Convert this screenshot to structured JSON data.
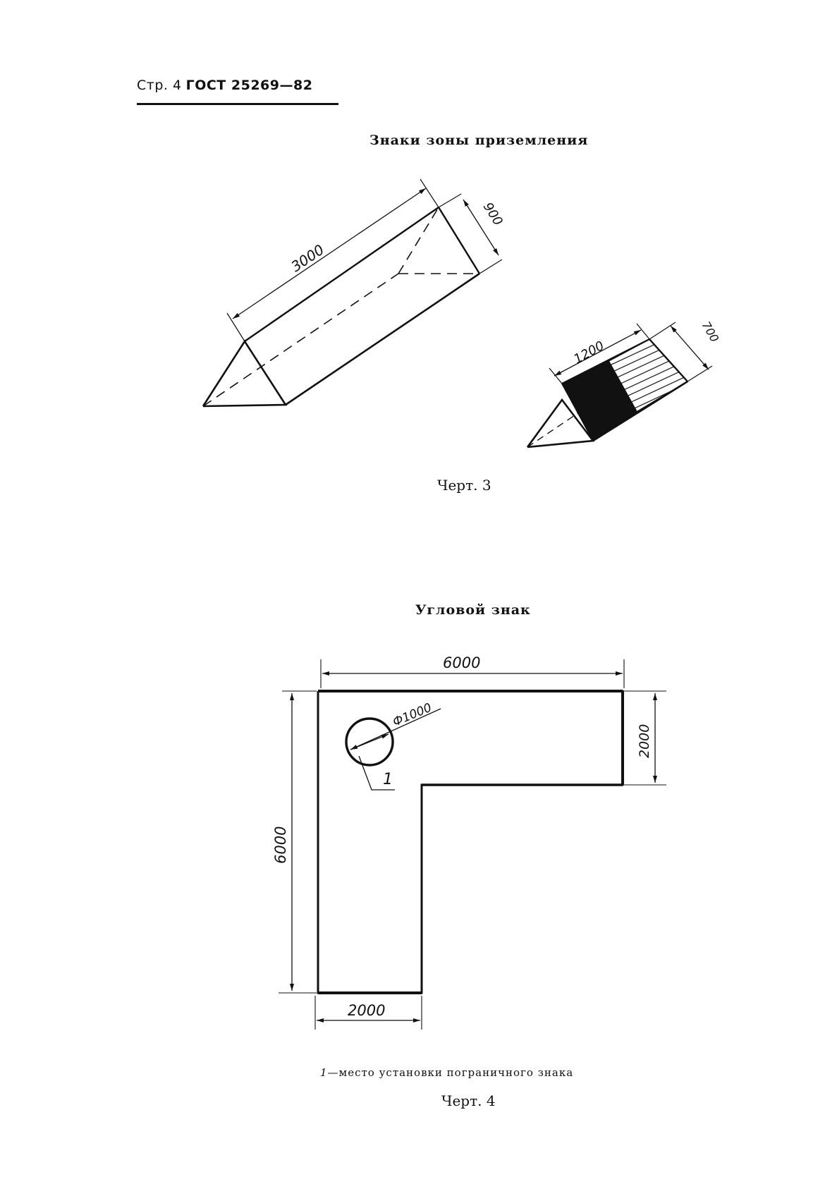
{
  "header": {
    "page_label": "Стр. 4",
    "standard": "ГОСТ 25269—82"
  },
  "figure3": {
    "title": "Знаки зоны приземления",
    "caption": "Черт. 3",
    "large_sign": {
      "length": "3000",
      "width": "900"
    },
    "small_sign": {
      "length": "1200",
      "width": "700"
    }
  },
  "figure4": {
    "title": "Угловой знак",
    "dims": {
      "top_width": "6000",
      "left_height": "6000",
      "arm_height": "2000",
      "bottom_width": "2000",
      "circle_diameter": "Ф1000",
      "callout": "1"
    },
    "legend_number": "1",
    "legend_text": "—место установки пограничного знака",
    "caption": "Черт. 4"
  }
}
